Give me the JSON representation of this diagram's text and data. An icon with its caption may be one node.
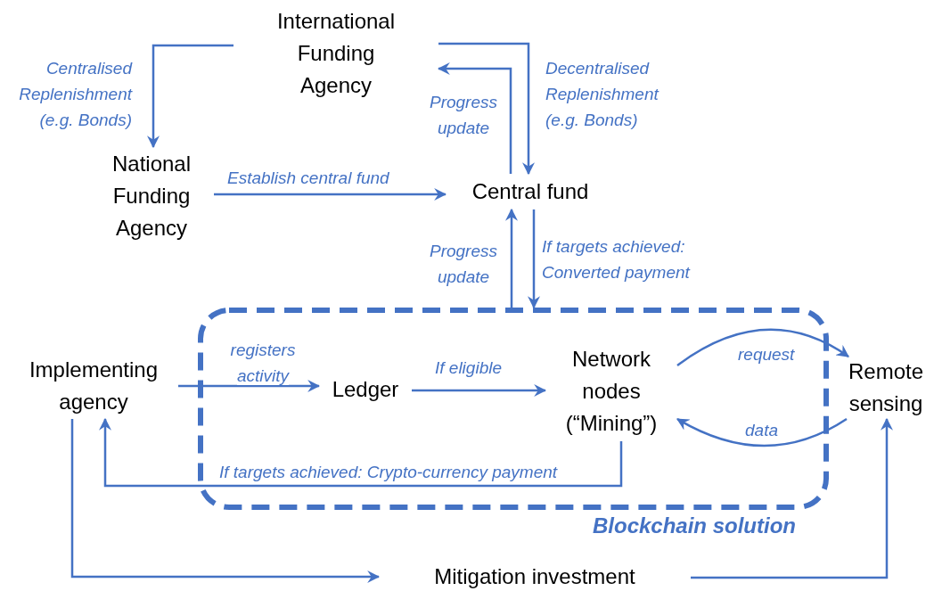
{
  "diagram": {
    "nodes": [
      {
        "text": [
          "International Funding Agency"
        ]
      },
      {
        "text": [
          "National Funding Agency"
        ]
      },
      {
        "text": [
          "Central fund"
        ]
      },
      {
        "text": [
          "Blockchain solution"
        ]
      },
      {
        "text": [
          "Implementing agency"
        ]
      },
      {
        "text": [
          "Ledger"
        ],
        "in": 3
      },
      {
        "text": [
          "Network nodes (“Mining”)"
        ],
        "in": 3
      },
      {
        "text": [
          "Remote sensing"
        ]
      },
      {
        "text": [
          "Mitigation investment"
        ]
      }
    ],
    "edges": [
      {
        "from": 0,
        "to": 1,
        "arrow": "to",
        "label": "Centralised Replenishment (e.g. Bonds)"
      },
      {
        "from": 0,
        "to": 2,
        "arrow": "to",
        "label": "Decentralised Replenishment (e.g. Bonds)"
      },
      {
        "from": 2,
        "to": 0,
        "arrow": "to",
        "label": "Progress update"
      },
      {
        "from": 1,
        "to": 2,
        "arrow": "to",
        "label": "Establish central fund"
      },
      {
        "from": 3,
        "to": 2,
        "arrow": "to",
        "label": "Progress update"
      },
      {
        "from": 2,
        "to": 3,
        "arrow": "to",
        "label": "If targets achieved: Converted payment"
      },
      {
        "from": 4,
        "to": 5,
        "arrow": "to",
        "label": "registers activity"
      },
      {
        "from": 5,
        "to": 6,
        "arrow": "to",
        "label": "If eligible"
      },
      {
        "from": 6,
        "to": 7,
        "arrow": "to",
        "label": "request"
      },
      {
        "from": 7,
        "to": 6,
        "arrow": "to",
        "label": "data"
      },
      {
        "from": 6,
        "to": 4,
        "arrow": "to",
        "label": "If targets achieved: Crypto-currency payment"
      },
      {
        "from": 4,
        "to": 8,
        "arrow": "to"
      },
      {
        "from": 8,
        "to": 7,
        "arrow": "to"
      }
    ]
  }
}
